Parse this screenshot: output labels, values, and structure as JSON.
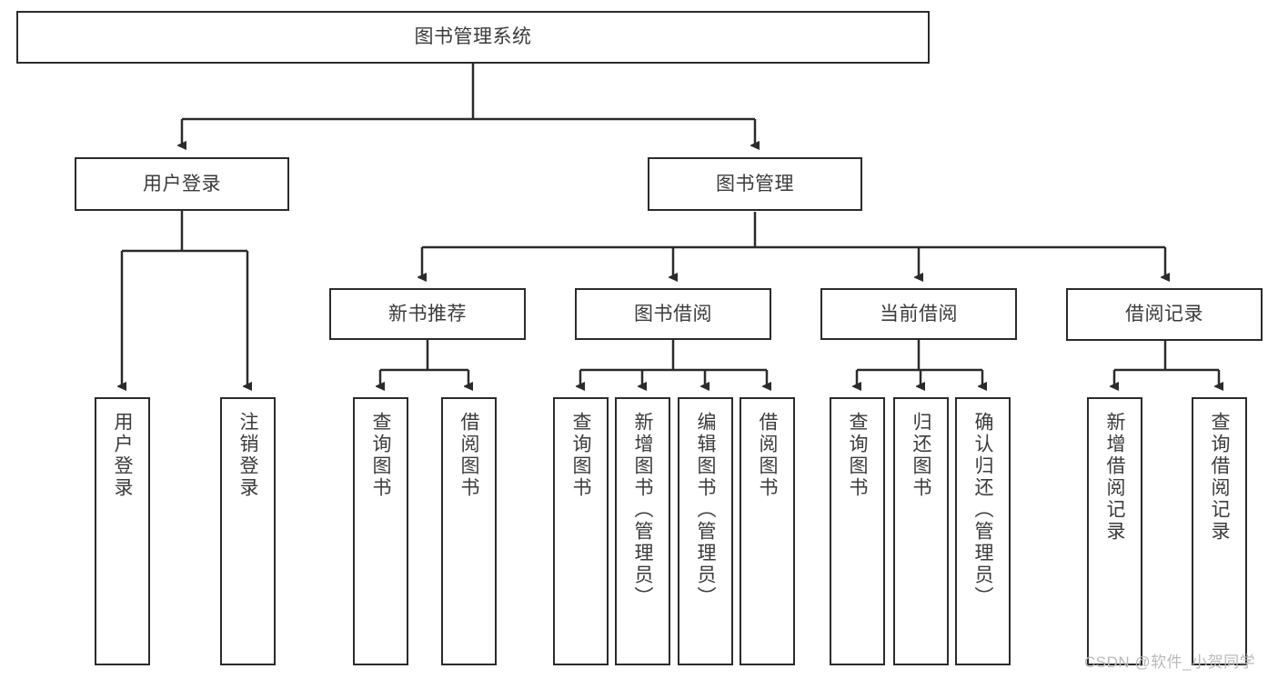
{
  "diagram": {
    "type": "tree-hierarchy",
    "title": "图书管理系统",
    "nodes": {
      "root": {
        "label": "图书管理系统"
      },
      "level2": [
        {
          "id": "user-login",
          "label": "用户登录"
        },
        {
          "id": "book-management",
          "label": "图书管理"
        }
      ],
      "level3": [
        {
          "id": "new-book-recommend",
          "label": "新书推荐"
        },
        {
          "id": "book-borrow",
          "label": "图书借阅"
        },
        {
          "id": "current-borrow",
          "label": "当前借阅"
        },
        {
          "id": "borrow-record",
          "label": "借阅记录"
        }
      ],
      "leaves": [
        {
          "id": "leaf-user-login",
          "label": "用户登录",
          "parent": "user-login"
        },
        {
          "id": "leaf-logout-login",
          "label": "注销登录",
          "parent": "user-login"
        },
        {
          "id": "leaf-query-book-1",
          "label": "查询图书",
          "parent": "new-book-recommend"
        },
        {
          "id": "leaf-borrow-book-1",
          "label": "借阅图书",
          "parent": "new-book-recommend"
        },
        {
          "id": "leaf-query-book-2",
          "label": "查询图书",
          "parent": "book-borrow"
        },
        {
          "id": "leaf-add-book",
          "label": "新增图书（管理员）",
          "parent": "book-borrow"
        },
        {
          "id": "leaf-edit-book",
          "label": "编辑图书（管理员）",
          "parent": "book-borrow"
        },
        {
          "id": "leaf-borrow-book-2",
          "label": "借阅图书",
          "parent": "book-borrow"
        },
        {
          "id": "leaf-query-book-3",
          "label": "查询图书",
          "parent": "current-borrow"
        },
        {
          "id": "leaf-return-book",
          "label": "归还图书",
          "parent": "current-borrow"
        },
        {
          "id": "leaf-confirm-return",
          "label": "确认归还（管理员）",
          "parent": "current-borrow"
        },
        {
          "id": "leaf-add-record",
          "label": "新增借阅记录",
          "parent": "borrow-record"
        },
        {
          "id": "leaf-query-record",
          "label": "查询借阅记录",
          "parent": "borrow-record"
        }
      ]
    },
    "colors": {
      "box_border": "#2b2b2b",
      "box_fill": "#ffffff",
      "connector": "#2b2b2b",
      "text": "#3b3b3b",
      "watermark": "#b9b9b9"
    }
  },
  "watermark": {
    "text": "CSDN @软件_小贺同学"
  }
}
